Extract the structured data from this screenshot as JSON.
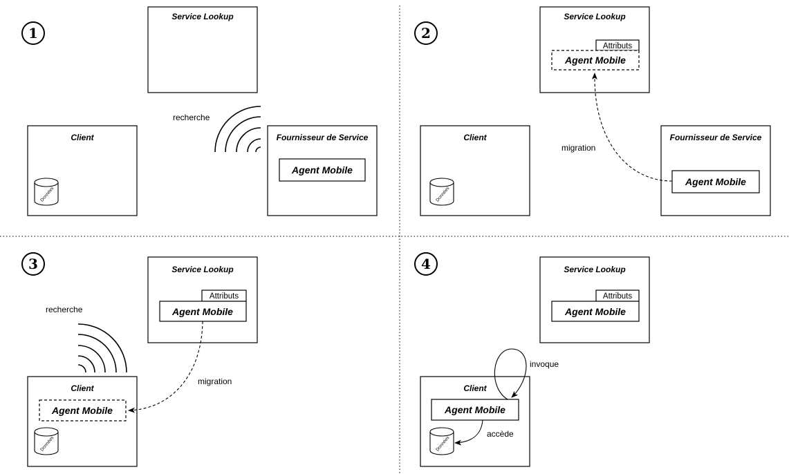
{
  "labels": {
    "service_lookup": "Service Lookup",
    "client": "Client",
    "fournisseur": "Fournisseur de Service",
    "agent_mobile": "Agent Mobile",
    "attributs": "Attributs",
    "donnees": "Données",
    "recherche": "recherche",
    "migration": "migration",
    "invoque": "invoque",
    "accede": "accède"
  },
  "steps": [
    "1",
    "2",
    "3",
    "4"
  ]
}
